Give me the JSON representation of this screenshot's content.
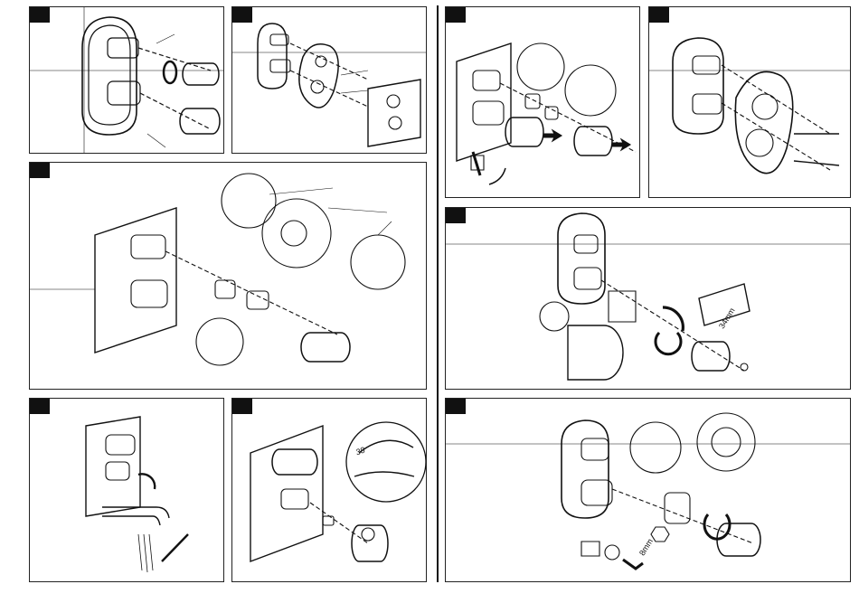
{
  "labels": {
    "size_34mm": "34mm",
    "size_8mm": "8mm",
    "scale_38": "38"
  }
}
